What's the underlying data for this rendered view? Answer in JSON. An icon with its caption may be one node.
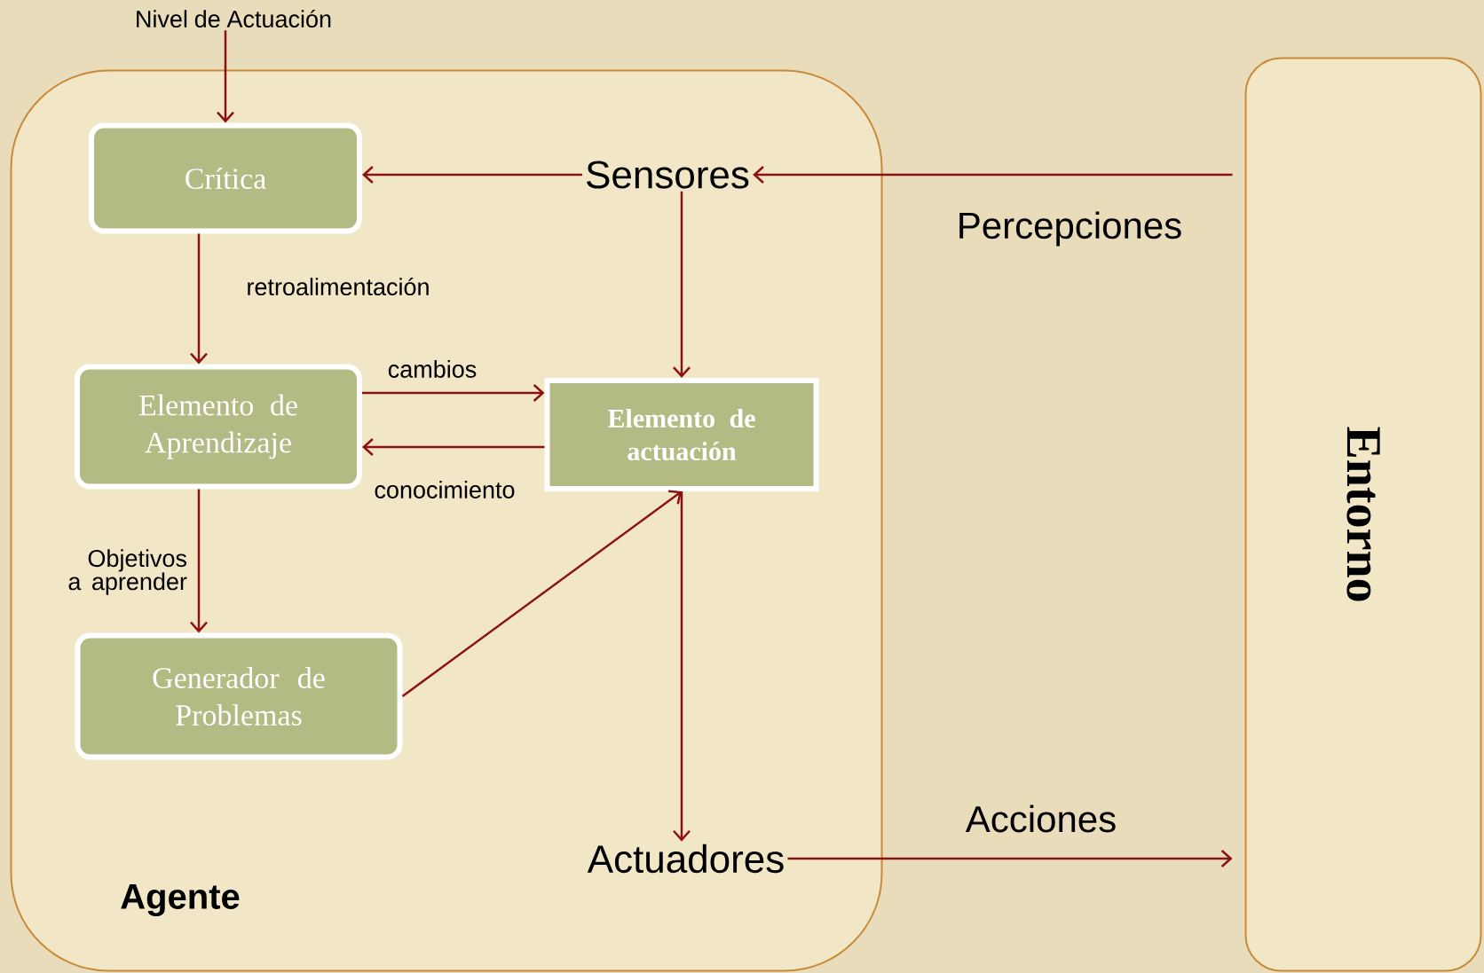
{
  "diagram": {
    "nodes": [
      {
        "text": [
          "Agente"
        ]
      },
      {
        "text": [
          "Crítica"
        ],
        "in": 0
      },
      {
        "text": [
          "Sensores"
        ],
        "in": 0
      },
      {
        "text": [
          "Elemento de Aprendizaje"
        ],
        "in": 0
      },
      {
        "text": [
          "Elemento de actuación"
        ],
        "in": 0
      },
      {
        "text": [
          "Generador de Problemas"
        ],
        "in": 0
      },
      {
        "text": [
          "Actuadores"
        ],
        "in": 0
      },
      {
        "text": [
          "Entorno"
        ]
      },
      {
        "text": [
          "Nivel de Actuación"
        ]
      }
    ],
    "edges": [
      {
        "from": 8,
        "to": 1,
        "arrow": "to"
      },
      {
        "from": 2,
        "to": 1,
        "arrow": "to"
      },
      {
        "from": 7,
        "to": 2,
        "arrow": "to",
        "label": "Percepciones"
      },
      {
        "from": 1,
        "to": 3,
        "arrow": "to",
        "label": "retroalimentación"
      },
      {
        "from": 3,
        "to": 4,
        "arrow": "to",
        "label": "cambios"
      },
      {
        "from": 4,
        "to": 3,
        "arrow": "to",
        "label": "conocimiento"
      },
      {
        "from": 2,
        "to": 4,
        "arrow": "to"
      },
      {
        "from": 3,
        "to": 5,
        "arrow": "to",
        "label": "Objetivos a aprender"
      },
      {
        "from": 5,
        "to": 4,
        "arrow": "to"
      },
      {
        "from": 4,
        "to": 6,
        "arrow": "to"
      },
      {
        "from": 6,
        "to": 7,
        "arrow": "to",
        "label": "Acciones"
      }
    ]
  }
}
